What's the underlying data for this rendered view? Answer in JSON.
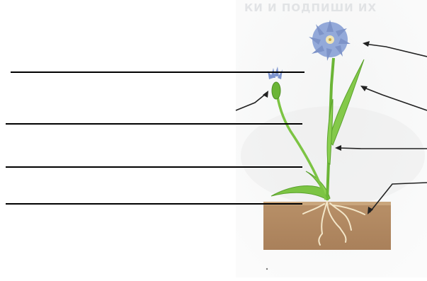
{
  "worksheet": {
    "faint_heading": "КИ И ПОДПИШИ ИХ",
    "answer_lines_count": 4,
    "colors": {
      "soil": "#b48a63",
      "stem": "#7cc443",
      "flower": "#8fa6d6",
      "root": "#f2e2c4",
      "ink": "#000000"
    },
    "parts_pointed": [
      "flower",
      "bud",
      "leaf",
      "stem",
      "root"
    ]
  }
}
